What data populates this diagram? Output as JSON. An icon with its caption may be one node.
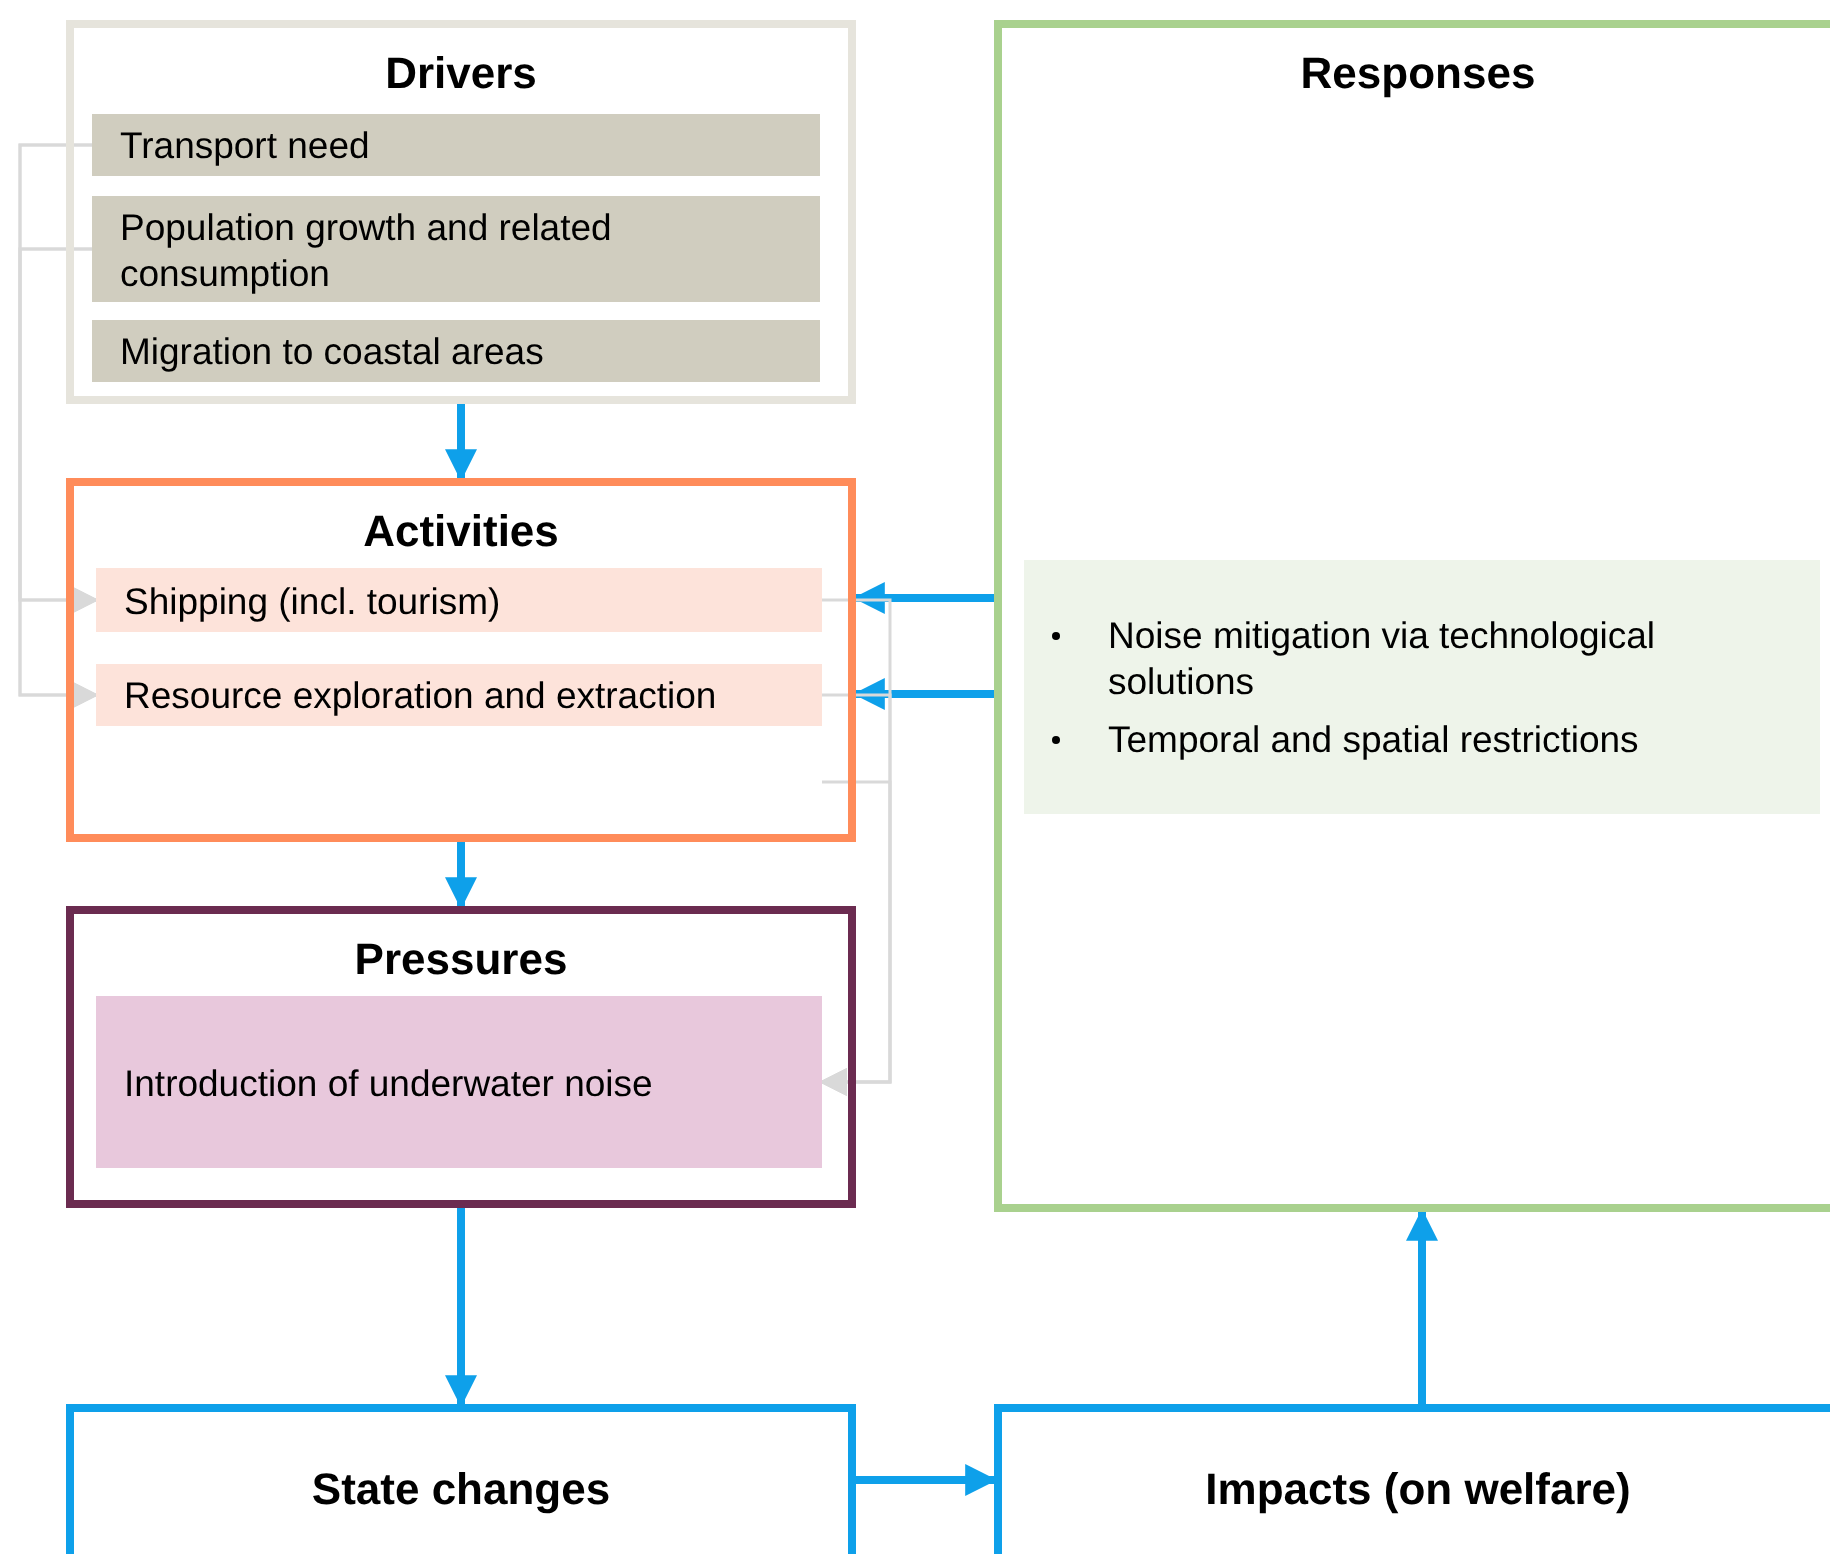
{
  "diagram": {
    "nodes": [
      {
        "text": [
          "Drivers"
        ]
      },
      {
        "text": [
          "Transport need"
        ],
        "in": 0
      },
      {
        "text": [
          "Population growth and related consumption"
        ],
        "in": 0
      },
      {
        "text": [
          "Migration to coastal areas"
        ],
        "in": 0
      },
      {
        "text": [
          "Activities"
        ]
      },
      {
        "text": [
          "Shipping (incl. tourism)"
        ],
        "in": 4
      },
      {
        "text": [
          "Resource exploration and extraction"
        ],
        "in": 4
      },
      {
        "text": [
          "Pressures"
        ]
      },
      {
        "text": [
          "Introduction of underwater noise"
        ],
        "in": 7
      },
      {
        "text": [
          "Responses"
        ]
      },
      {
        "text": [
          "Noise mitigation via technological solutions",
          "Temporal and spatial restrictions"
        ],
        "in": 9
      },
      {
        "text": [
          "State changes"
        ]
      },
      {
        "text": [
          "Impacts (on welfare)"
        ]
      }
    ],
    "edges": [
      {
        "from": 0,
        "to": 4,
        "arrow": "to",
        "style": "thick",
        "color": "#0ea0ea"
      },
      {
        "from": 4,
        "to": 7,
        "arrow": "to",
        "style": "thick",
        "color": "#0ea0ea"
      },
      {
        "from": 7,
        "to": 11,
        "arrow": "to",
        "style": "thick",
        "color": "#0ea0ea"
      },
      {
        "from": 11,
        "to": 12,
        "arrow": "to",
        "style": "thick",
        "color": "#0ea0ea"
      },
      {
        "from": 12,
        "to": 9,
        "arrow": "to",
        "style": "thick",
        "color": "#0ea0ea"
      },
      {
        "from": 9,
        "to": 4,
        "arrow": "to",
        "style": "thick",
        "color": "#0ea0ea"
      },
      {
        "from": 9,
        "to": 4,
        "arrow": "to",
        "style": "thick",
        "color": "#0ea0ea"
      },
      {
        "from": 1,
        "to": 5,
        "arrow": "to",
        "color": "#d9d9d9"
      },
      {
        "from": 1,
        "to": 6,
        "arrow": "to",
        "color": "#d9d9d9"
      },
      {
        "from": 2,
        "to": 5,
        "arrow": "to",
        "color": "#d9d9d9"
      },
      {
        "from": 2,
        "to": 6,
        "arrow": "to",
        "color": "#d9d9d9"
      },
      {
        "from": 5,
        "to": 8,
        "arrow": "to",
        "color": "#d9d9d9"
      },
      {
        "from": 6,
        "to": 8,
        "arrow": "to",
        "color": "#d9d9d9"
      },
      {
        "from": 4,
        "to": 8,
        "arrow": "to",
        "color": "#d9d9d9"
      }
    ]
  }
}
